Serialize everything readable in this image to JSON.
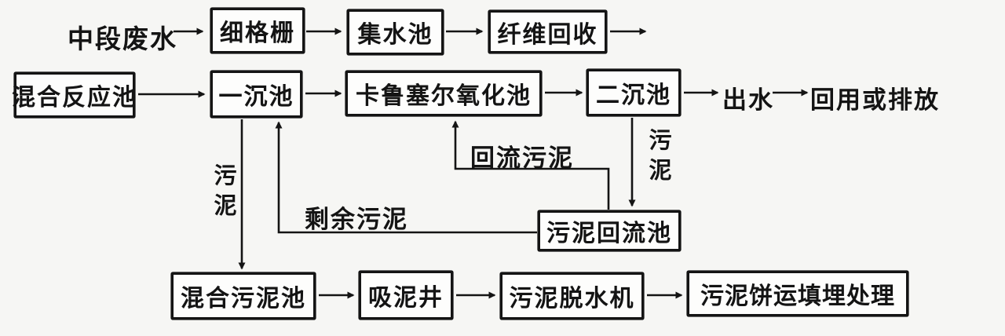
{
  "diagram": {
    "description": "Wastewater treatment process flow diagram (Chinese)",
    "colors": {
      "line": "#141414",
      "box_background": "#fdfdfc",
      "page_background": "#f6f6f4"
    },
    "nodes": {
      "influent": "中段废水",
      "fine_screen": "细格栅",
      "collection_tank": "集水池",
      "fiber_recovery": "纤维回收",
      "mixing_reaction_tank": "混合反应池",
      "primary_sedimentation_tank": "一沉池",
      "carrousel_oxidation_tank": "卡鲁塞尔氧化池",
      "secondary_sedimentation_tank": "二沉池",
      "effluent": "出水",
      "reuse_or_discharge": "回用或排放",
      "sludge_return_tank": "污泥回流池",
      "mixed_sludge_tank": "混合污泥池",
      "sludge_suction_well": "吸泥井",
      "sludge_dewatering_machine": "污泥脱水机",
      "sludge_cake_landfill_disposal": "污泥饼运填埋处理"
    },
    "edge_labels": {
      "return_sludge": "回流污泥",
      "surplus_sludge": "剩余污泥",
      "sludge_from_secondary_tank": "污泥",
      "sludge_from_primary_tank": "污泥"
    }
  }
}
